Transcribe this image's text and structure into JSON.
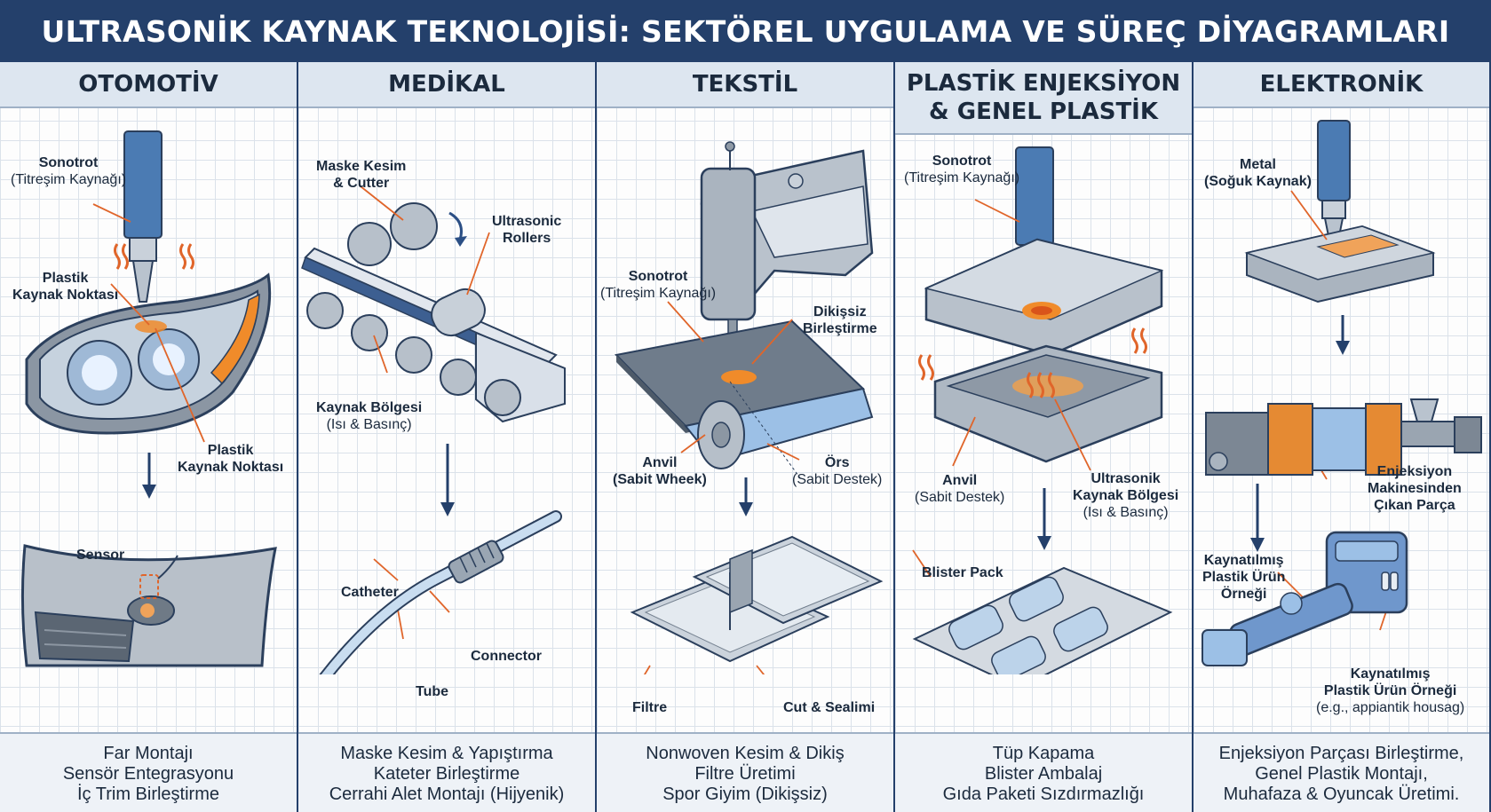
{
  "title": "ULTRASONİK KAYNAK TEKNOLOJİSİ: SEKTÖREL UYGULAMA VE SÜREÇ DİYAGRAMLARI",
  "columns": [
    {
      "heading": "OTOMOTİV",
      "labels": {
        "sonotrot_title": "Sonotrot",
        "sonotrot_sub": "(Titreşim Kaynağı)",
        "weld_point_a_1": "Plastik",
        "weld_point_a_2": "Kaynak Noktası",
        "weld_point_b_1": "Plastik",
        "weld_point_b_2": "Kaynak Noktası",
        "sensor": "Sensor"
      },
      "footer": [
        "Far Montajı",
        "Sensör Entegrasyonu",
        "İç Trim Birleştirme"
      ]
    },
    {
      "heading": "MEDİKAL",
      "labels": {
        "mask_1": "Maske Kesim",
        "mask_2": "& Cutter",
        "rollers_1": "Ultrasonic",
        "rollers_2": "Rollers",
        "zone_title": "Kaynak Bölgesi",
        "zone_sub": "(Isı & Basınç)",
        "catheter": "Catheter",
        "connector": "Connector",
        "tube": "Tube"
      },
      "footer": [
        "Maske Kesim & Yapıştırma",
        "Kateter Birleştirme",
        "Cerrahi Alet Montajı (Hijyenik)"
      ]
    },
    {
      "heading": "TEKSTİL",
      "labels": {
        "sonotrot_title": "Sonotrot",
        "sonotrot_sub": "(Titreşim Kaynağı)",
        "seamless_1": "Dikişsiz",
        "seamless_2": "Birleştirme",
        "anvil_1": "Anvil",
        "anvil_2": "(Sabit Wheek)",
        "ors_1": "Örs",
        "ors_2": "(Sabit Destek)",
        "filter": "Filtre",
        "cut_seal": "Cut & Sealimi"
      },
      "footer": [
        "Nonwoven Kesim & Dikiş",
        "Filtre Üretimi",
        "Spor Giyim (Dikişsiz)"
      ]
    },
    {
      "heading": "PLASTİK ENJEKSİYON\n& GENEL PLASTİK",
      "labels": {
        "sonotrot_title": "Sonotrot",
        "sonotrot_sub": "(Titreşim Kaynağı)",
        "anvil_title": "Anvil",
        "anvil_sub": "(Sabit Destek)",
        "zone_1": "Ultrasonik",
        "zone_2": "Kaynak Bölgesi",
        "zone_3": "(Isı & Basınç)",
        "blister": "Blister Pack"
      },
      "footer": [
        "Tüp Kapama",
        "Blister Ambalaj",
        "Gıda Paketi Sızdırmazlığı"
      ]
    },
    {
      "heading": "ELEKTRONİK",
      "labels": {
        "metal_1": "Metal",
        "metal_2": "(Soğuk Kaynak)",
        "inj_1": "Enjeksiyon",
        "inj_2": "Makinesinden",
        "inj_3": "Çıkan Parça",
        "welded_1": "Kaynatılmış",
        "welded_2": "Plastik Ürün",
        "welded_3": "Örneği",
        "sample_1": "Kaynatılmış",
        "sample_2": "Plastik Ürün Örneği",
        "sample_3": "(e.g., appiantik housag)"
      },
      "footer": [
        "Enjeksiyon Parçası Birleştirme,",
        "Genel Plastik Montajı,",
        "Muhafaza & Oyuncak Üretimi."
      ]
    }
  ]
}
